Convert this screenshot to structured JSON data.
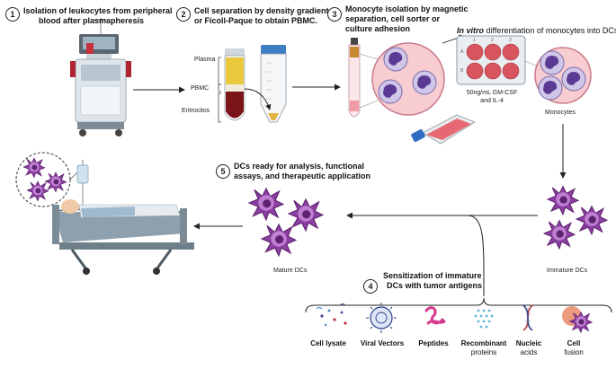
{
  "steps": [
    {
      "number": "1",
      "line1": "Isolation of leukocytes from peripheral",
      "line2": "blood  after plasmapheresis"
    },
    {
      "number": "2",
      "line1": "Cell separation by density gradient",
      "line2": "or Ficoll-Paque  to obtain PBMC."
    },
    {
      "number": "3",
      "line1": "Monocyte isolation by magnetic",
      "line2": "separation, cell sorter or",
      "line3": "culture adhesion"
    },
    {
      "number": "5",
      "line1": "DCs ready for analysis, functional",
      "line2": "assays, and therapeutic application"
    },
    {
      "number": "4",
      "line1": "Sensitization of immature",
      "line2": "DCs with tumor antigens"
    }
  ],
  "differentiation": {
    "italic": "In vitro",
    "rest": " differentiation of monocytes into DCs"
  },
  "tube_layers": {
    "plasma": "Plasma",
    "pbmc": "PBMC",
    "erythrocytes": "Eritrocitos"
  },
  "culture_condition": {
    "line1": "50ng/mL GM-CSF",
    "line2": "and IL-4"
  },
  "plate_labels": [
    "1",
    "2",
    "3",
    "A",
    "B"
  ],
  "cell_labels": {
    "monocytes": "Monocytes",
    "immature": "Immature DCs",
    "mature": "Mature DCs"
  },
  "antigens": [
    {
      "line1": "Cell lysate",
      "line2": "",
      "icon": "cell-lysate-icon"
    },
    {
      "line1": "Viral Vectors",
      "line2": "",
      "icon": "virus-icon"
    },
    {
      "line1": "Peptides",
      "line2": "",
      "icon": "peptide-icon"
    },
    {
      "line1": "Recombinant",
      "line2": "proteins",
      "icon": "protein-icon"
    },
    {
      "line1": "Nucleic",
      "line2": "acids",
      "icon": "dna-icon"
    },
    {
      "line1": "Cell",
      "line2": "fusion",
      "icon": "cell-fusion-icon"
    }
  ],
  "colors": {
    "dc": "#8b3fa0",
    "dc_light": "#c07fd3",
    "monocyte": "#5b3a94",
    "blood": "#7a1418",
    "pink": "#f4c7cb",
    "plate_well": "#d8545e",
    "arrow": "#222222",
    "plasma": "#e9c83c"
  }
}
